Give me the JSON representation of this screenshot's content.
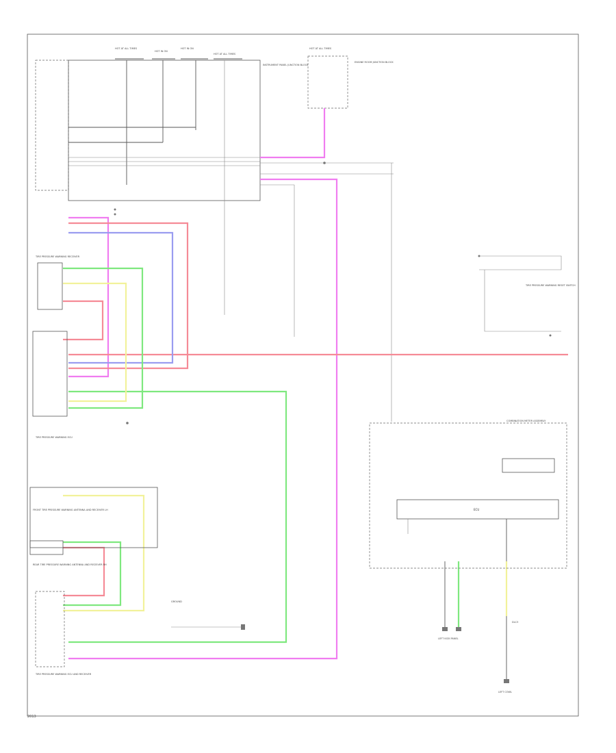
{
  "diagram": {
    "colors": {
      "red": "#f58a96",
      "pink_magenta": "#f07cf0",
      "blue": "#9a9cf0",
      "green": "#7ee87e",
      "yellow": "#f2f29a",
      "black": "#555555",
      "gray": "#888888"
    },
    "labels": {
      "fuse1": "HOT AT ALL TIMES",
      "fuse2": "HOT IN ON",
      "fuse3": "HOT IN ON",
      "fuse4": "HOT AT ALL TIMES",
      "fuse5": "HOT AT ALL TIMES",
      "jb": "INSTRUMENT PANEL JUNCTION BLOCK",
      "engine_room": "ENGINE ROOM JUNCTION BLOCK",
      "tpms_receiver": "TIRE PRESSURE WARNING RECEIVER",
      "tpms_ecu": "TIRE PRESSURE WARNING ECU",
      "tpms_switch": "TIRE PRESSURE WARNING RESET SWITCH",
      "front_tire_left": "FRONT TIRE PRESSURE WARNING ANTENNA AND RECEIVER LH",
      "rear_tire_right": "REAR TIRE PRESSURE WARNING ANTENNA AND RECEIVER RH",
      "tpms_main": "TIRE PRESSURE WARNING ECU AND RECEIVER",
      "ground": "GROUND",
      "combination_meter": "COMBINATION METER ASSEMBLY",
      "dlc": "DLC3",
      "ecu_block": "ECU",
      "left_kick": "LEFT KICK PANEL",
      "left_cowl": "LEFT COWL",
      "footer": "2013"
    }
  }
}
